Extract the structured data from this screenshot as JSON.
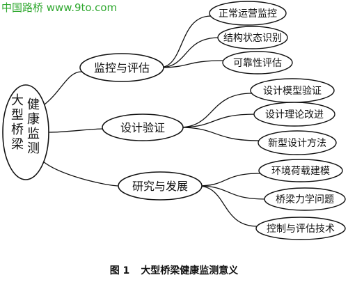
{
  "watermark": "中国路桥 www.9to.com",
  "root": {
    "label_col1": "大型桥梁",
    "label_col2": "健康监测"
  },
  "branches": [
    {
      "label": "监控与评估",
      "children": [
        "正常运营监控",
        "结构状态识别",
        "可靠性评估"
      ]
    },
    {
      "label": "设计验证",
      "children": [
        "设计模型验证",
        "设计理论改进",
        "新型设计方法"
      ]
    },
    {
      "label": "研究与发展",
      "children": [
        "环境荷载建模",
        "桥梁力学问题",
        "控制与评估技术"
      ]
    }
  ],
  "caption": {
    "figure_number": "图 1",
    "title": "大型桥梁健康监测意义"
  },
  "colors": {
    "stroke": "#111111",
    "watermark": "#2fa82f"
  }
}
